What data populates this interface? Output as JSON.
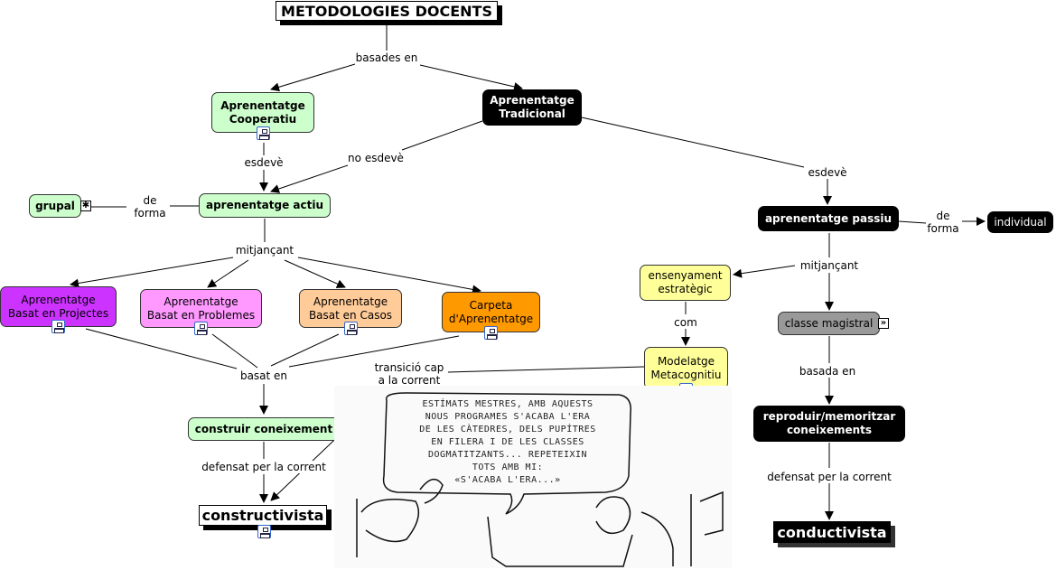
{
  "title": "METODOLOGIES DOCENTS",
  "nodes": {
    "cooperatiu": "Aprenentatge\nCooperatiu",
    "tradicional": "Aprenentatge\nTradicional",
    "actiu": "aprenentatge actiu",
    "grupal": "grupal",
    "passiu": "aprenentatge passiu",
    "individual": "individual",
    "projectes": "Aprenentatge\nBasat en Projectes",
    "problemes": "Aprenentatge\nBasat en Problemes",
    "casos": "Aprenentatge\nBasat en Casos",
    "carpeta": "Carpeta\nd'Aprenentatge",
    "ensenyament": "ensenyament\nestratègic",
    "modelatge": "Modelatge\nMetacognitiu",
    "classe": "classe magistral",
    "construir": "construir coneixement",
    "constructivista": "constructivista",
    "reproduir": "reproduir/memoritzar\nconeixements",
    "conductivista": "conductivista"
  },
  "links": {
    "basades_en": "basades  en",
    "esdeve_1": "esdevè",
    "no_esdeve": "no esdevè",
    "de_forma_1": "de\nforma",
    "mitjancant_1": "mitjançant",
    "basat_en": "basat en",
    "defensat_1": "defensat per la corrent",
    "transicio": "transició cap\na la corrent",
    "esdeve_2": "esdevè",
    "de_forma_2": "de\nforma",
    "mitjancant_2": "mitjançant",
    "com": "com",
    "basada_en": "basada en",
    "defensat_2": "defensat per la corrent"
  },
  "cartoon": {
    "speech": "ESTÍMATS MESTRES, AMB AQUESTS\nNOUS PROGRAMES S'ACABA L'ERA\nDE LES CÀTEDRES, DELS PUPÍTRES\nEN FILERA I DE LES CLASSES\nDOGMATITZANTS... REPETEIXIN\nTOTS AMB MI:\n«S'ACABA L'ERA...»"
  },
  "colors": {
    "green": "#ccffcc",
    "black": "#000000",
    "yellow": "#ffff99",
    "gray": "#999999",
    "purple": "#cc33ff",
    "pink": "#ff99ff",
    "peach": "#ffcc99",
    "orange": "#ff9900"
  },
  "icons": [
    "concept-map-link-icon",
    "resource-link-icon"
  ]
}
